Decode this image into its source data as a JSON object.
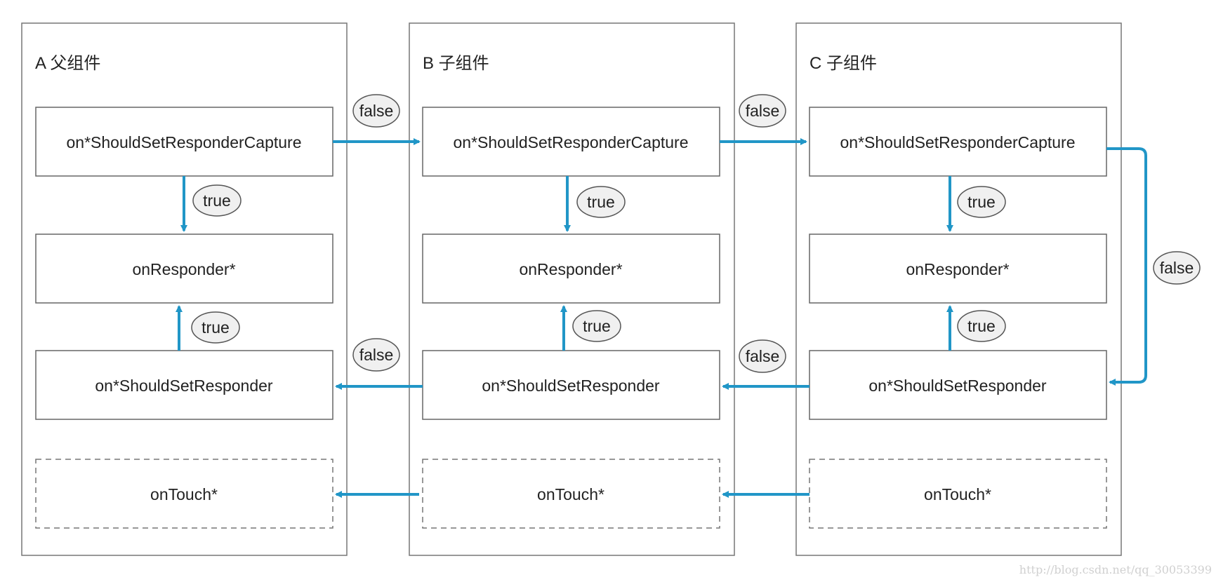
{
  "panels": [
    {
      "title": "A 父组件",
      "capture": "on*ShouldSetResponderCapture",
      "responder": "onResponder*",
      "should_set": "on*ShouldSetResponder",
      "touch": "onTouch*"
    },
    {
      "title": "B 子组件",
      "capture": "on*ShouldSetResponderCapture",
      "responder": "onResponder*",
      "should_set": "on*ShouldSetResponder",
      "touch": "onTouch*"
    },
    {
      "title": "C 子组件",
      "capture": "on*ShouldSetResponderCapture",
      "responder": "onResponder*",
      "should_set": "on*ShouldSetResponder",
      "touch": "onTouch*"
    }
  ],
  "edge_labels": {
    "true_label": "true",
    "false_label": "false"
  },
  "watermark": "http://blog.csdn.net/qq_30053399",
  "colors": {
    "arrow": "#2196c7",
    "border": "#666666",
    "pill_fill": "#f0f0f0",
    "pill_border": "#555555"
  }
}
